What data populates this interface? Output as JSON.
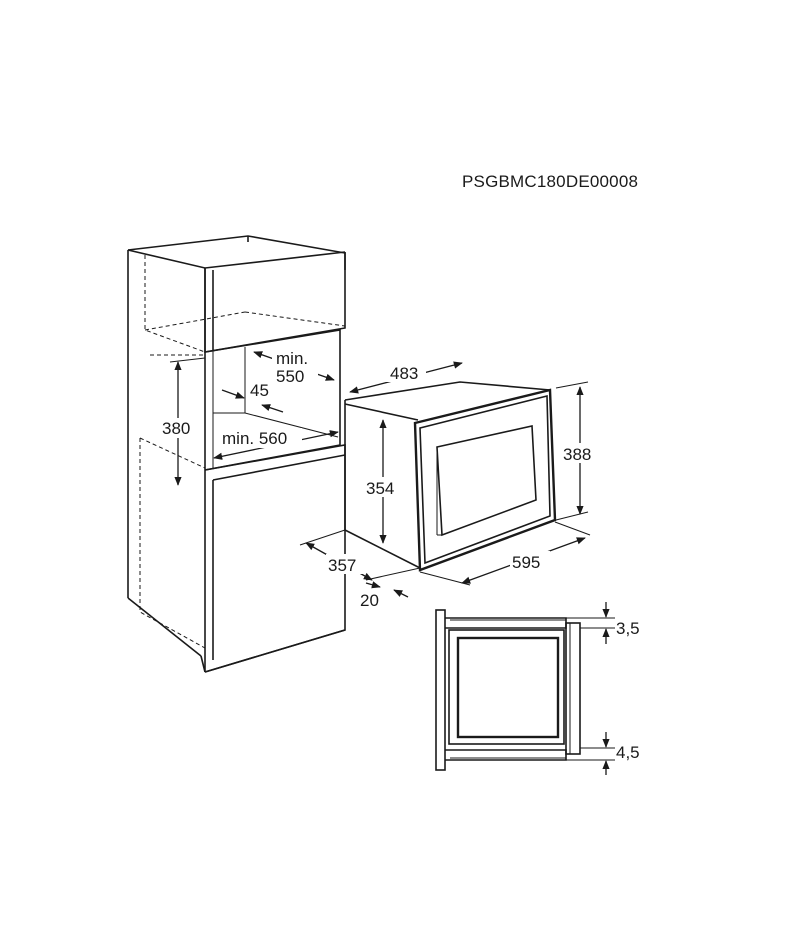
{
  "product_code": "PSGBMC180DE00008",
  "cabinet": {
    "niche_depth": "min.",
    "niche_depth_value": "550",
    "gap": "45",
    "niche_height": "380",
    "niche_width": "min. 560"
  },
  "appliance": {
    "top_depth": "483",
    "body_height": "354",
    "front_height": "388",
    "depth": "357",
    "front_offset": "20",
    "width": "595"
  },
  "side_view": {
    "top_gap": "3,5",
    "bottom_gap": "4,5"
  }
}
